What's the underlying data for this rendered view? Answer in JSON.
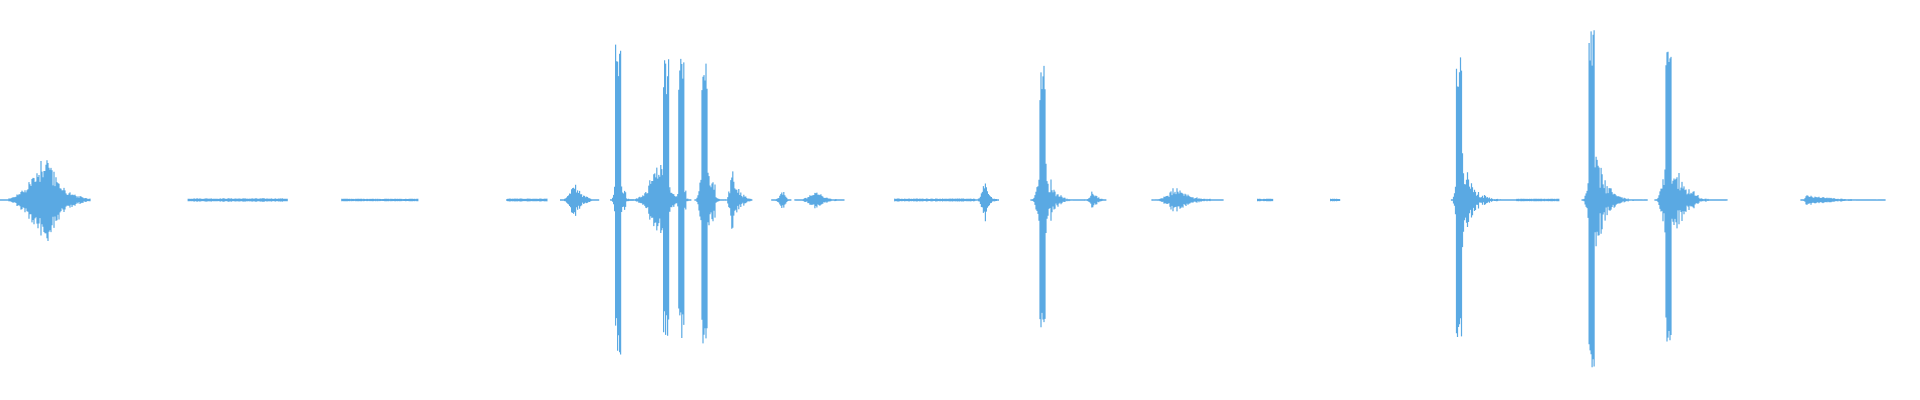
{
  "waveform": {
    "color": "#5aa9e3",
    "background": "#ffffff",
    "segments": [
      {
        "type": "burst",
        "start": 0.0,
        "peak": 0.024,
        "end": 0.047,
        "amp": 0.32,
        "base": 0.04
      },
      {
        "type": "flat",
        "start": 0.098,
        "end": 0.15,
        "amp": 0.006
      },
      {
        "type": "flat",
        "start": 0.178,
        "end": 0.218,
        "amp": 0.004
      },
      {
        "type": "flat",
        "start": 0.264,
        "end": 0.285,
        "amp": 0.005
      },
      {
        "type": "burst",
        "start": 0.292,
        "peak": 0.299,
        "end": 0.312,
        "amp": 0.11,
        "base": 0.01
      },
      {
        "type": "spike",
        "start": 0.318,
        "peak": 0.322,
        "end": 0.33,
        "amp": 0.86,
        "base": 0.15
      },
      {
        "type": "burst",
        "start": 0.328,
        "peak": 0.345,
        "end": 0.355,
        "amp": 0.3,
        "base": 0.12
      },
      {
        "type": "spike",
        "start": 0.343,
        "peak": 0.347,
        "end": 0.351,
        "amp": 0.82,
        "base": 0.14
      },
      {
        "type": "spike",
        "start": 0.352,
        "peak": 0.355,
        "end": 0.36,
        "amp": 0.78,
        "base": 0.14
      },
      {
        "type": "spike",
        "start": 0.362,
        "peak": 0.367,
        "end": 0.378,
        "amp": 0.83,
        "base": 0.25
      },
      {
        "type": "burst",
        "start": 0.378,
        "peak": 0.381,
        "end": 0.392,
        "amp": 0.22,
        "base": 0.04
      },
      {
        "type": "burst",
        "start": 0.402,
        "peak": 0.408,
        "end": 0.412,
        "amp": 0.07,
        "base": 0.01
      },
      {
        "type": "burst",
        "start": 0.414,
        "peak": 0.425,
        "end": 0.44,
        "amp": 0.06,
        "base": 0.05
      },
      {
        "type": "flat",
        "start": 0.466,
        "end": 0.508,
        "amp": 0.005
      },
      {
        "type": "burst",
        "start": 0.508,
        "peak": 0.513,
        "end": 0.52,
        "amp": 0.13,
        "base": 0.01
      },
      {
        "type": "spike",
        "start": 0.537,
        "peak": 0.543,
        "end": 0.565,
        "amp": 0.76,
        "base": 0.04
      },
      {
        "type": "burst",
        "start": 0.565,
        "peak": 0.569,
        "end": 0.576,
        "amp": 0.08,
        "base": 0.01
      },
      {
        "type": "burst",
        "start": 0.6,
        "peak": 0.612,
        "end": 0.637,
        "amp": 0.08,
        "base": 0.01
      },
      {
        "type": "flat",
        "start": 0.655,
        "end": 0.663,
        "amp": 0.004
      },
      {
        "type": "flat",
        "start": 0.693,
        "end": 0.698,
        "amp": 0.004
      },
      {
        "type": "spike",
        "start": 0.756,
        "peak": 0.76,
        "end": 0.79,
        "amp": 0.8,
        "base": 0.03
      },
      {
        "type": "flat",
        "start": 0.79,
        "end": 0.812,
        "amp": 0.004
      },
      {
        "type": "spike",
        "start": 0.824,
        "peak": 0.829,
        "end": 0.858,
        "amp": 1.0,
        "base": 0.06
      },
      {
        "type": "spike",
        "start": 0.862,
        "peak": 0.869,
        "end": 0.9,
        "amp": 0.87,
        "base": 0.1
      },
      {
        "type": "burst",
        "start": 0.938,
        "peak": 0.941,
        "end": 0.982,
        "amp": 0.04,
        "base": 0.005
      }
    ]
  }
}
